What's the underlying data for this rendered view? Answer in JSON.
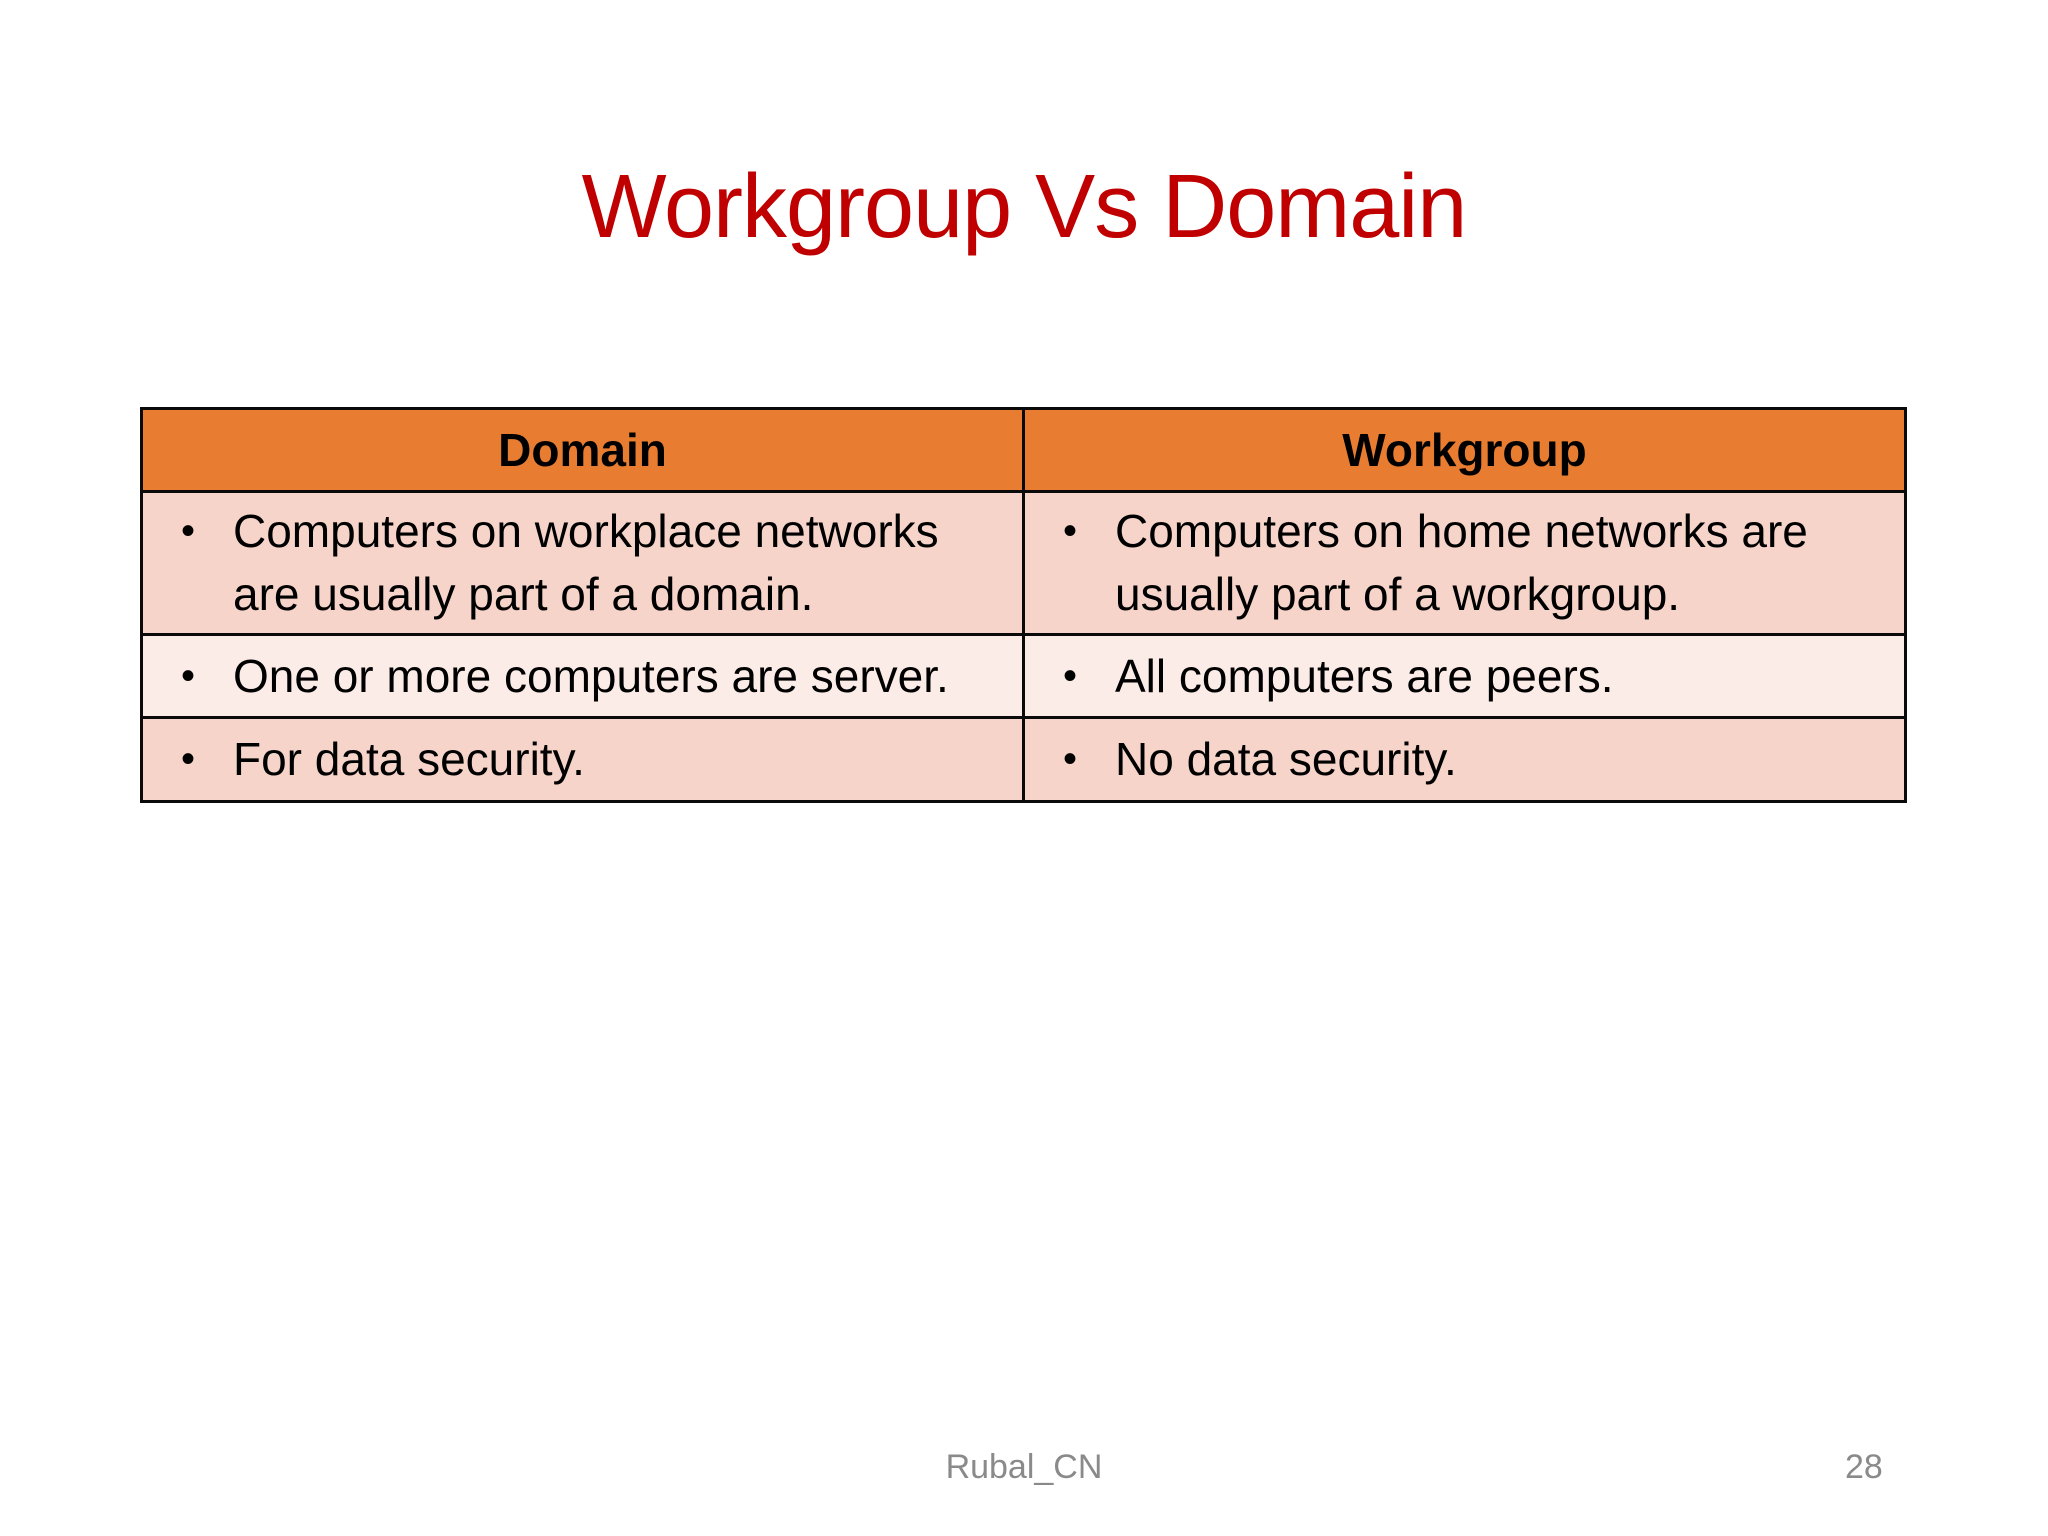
{
  "slide": {
    "title": "Workgroup Vs Domain",
    "footer": "Rubal_CN",
    "page_number": "28"
  },
  "table": {
    "bullet": "•",
    "headers": [
      "Domain",
      "Workgroup"
    ],
    "rows": [
      {
        "left": "Computers on workplace networks are usually part of a domain.",
        "right": "Computers on home networks are usually part of a workgroup."
      },
      {
        "left": "One or more computers are server.",
        "right": "All computers are peers."
      },
      {
        "left": "For data security.",
        "right": "No data security."
      }
    ]
  },
  "colors": {
    "title_color": "#C00000",
    "header_bg": "#E87D31",
    "row_odd_bg": "#F6D4C9",
    "row_even_bg": "#FBECE7",
    "border_color": "#0A0A0A",
    "footer_color": "#8A8A8A"
  }
}
